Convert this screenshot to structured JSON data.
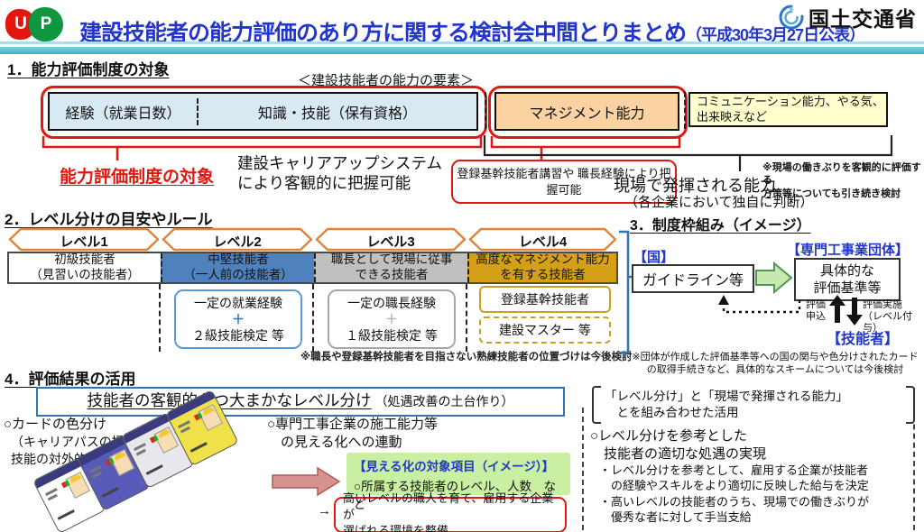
{
  "colors": {
    "accent_red": "#e3170f",
    "title_blue": "#2336cc",
    "level2_blue": "#4f81bd",
    "level3_gray": "#c0c0c0",
    "level4_gold": "#d4a017",
    "hex_orange": "#e0863a",
    "exp_box_blue": "#d9e9f2",
    "mgmt_box_orange": "#fbd2a2",
    "other_box_yellow": "#ffffce",
    "green_highlight": "#c9f0a2",
    "teal_band": "#3fb0ca"
  },
  "header": {
    "logo_u": "U",
    "logo_p": "P",
    "title_main": "建設技能者の能力評価のあり方に関する検討会中間とりまとめ",
    "title_date": "（平成30年3月27日公表）",
    "ministry": "国土交通省"
  },
  "section1": {
    "heading": "1．能力評価制度の対象",
    "elements_label": "＜建設技能者の能力の要素＞",
    "box_experience": "経験（就業日数）",
    "box_knowledge": "知識・技能（保有資格）",
    "box_management": "マネジメント能力",
    "box_other": "コミュニケーション能力、やる気、\n出来映えなど",
    "target_label": "能力評価制度の対象",
    "ccus_note": "建設キャリアアップシステム\nにより客観的に把握可能",
    "management_note": "登録基幹技能者講習や\n職長経験により把握可能",
    "site_ability": "現場で発揮される能力",
    "site_ability_sub": "（各企業において独自に判断）",
    "site_note": "※現場の働きぶりを客観的に評価する\n方策等についても引き続き検討"
  },
  "section2": {
    "heading": "2．レベル分けの目安やルール",
    "levels": [
      {
        "label": "レベル1",
        "desc": "初級技能者\n（見習いの技能者）"
      },
      {
        "label": "レベル2",
        "desc": "中堅技能者\n（一人前の技能者）",
        "req1": "一定の就業経験",
        "plus": "＋",
        "req2": "２級技能検定 等"
      },
      {
        "label": "レベル3",
        "desc": "職長として現場に従事\nできる技能者",
        "req1": "一定の職長経験",
        "plus": "＋",
        "req2": "１級技能検定 等"
      },
      {
        "label": "レベル4",
        "desc": "高度なマネジメント能力\nを有する技能者",
        "req1": "登録基幹技能者",
        "req2": "建設マスター 等"
      }
    ],
    "note": "※職長や登録基幹技能者を目指さない熟練技能者の位置づけは今後検討"
  },
  "section3": {
    "heading": "3．制度枠組み（イメージ）",
    "country_label": "【国】",
    "guideline_box": "ガイドライン等",
    "org_label": "【専門工事業団体】",
    "criteria_box": "具体的な\n評価基準等",
    "apply_label": "評価\n申込",
    "implement_label": "評価実施\n（レベル付与）",
    "worker_label": "【技能者】",
    "note": "※団体が作成した評価基準等への国の関与や色分けされたカード\nの取得手続きなど、具体的なスキームについては今後検討"
  },
  "section4": {
    "heading": "4．評価結果の活用",
    "main_box": "技能者の客観的かつ大まかなレベル分け",
    "main_box_sub": "（処遇改善の土台作り）",
    "card_item": "○カードの色分け",
    "card_item_sub": "（キャリアパスの提示や\n技能の対外的ＰＲ）",
    "visualization_item": "○専門工事企業の施工能力等\n　の見える化への連動",
    "green_box_title": "【見える化の対象項目（イメージ）】",
    "green_box_body": "○所属する技能者のレベル、人数　など",
    "arrow_label": "→",
    "red_box": "高いレベルの職人を育て、雇用する企業が\n選ばれる環境を整備",
    "right": {
      "bracket_text": "「レベル分け」と「現場で発揮される能力」\n　とを組み合わせた活用",
      "item": "○レベル分けを参考とした\n　技能者の適切な処遇の実現",
      "bullet1": "・レベル分けを参考として、雇用する企業が技能者\n　の経験やスキルをより適切に反映した給与を決定",
      "bullet2": "・高いレベルの技能者のうち、現場での働きぶりが\n　優秀な者に対して手当支給"
    }
  }
}
